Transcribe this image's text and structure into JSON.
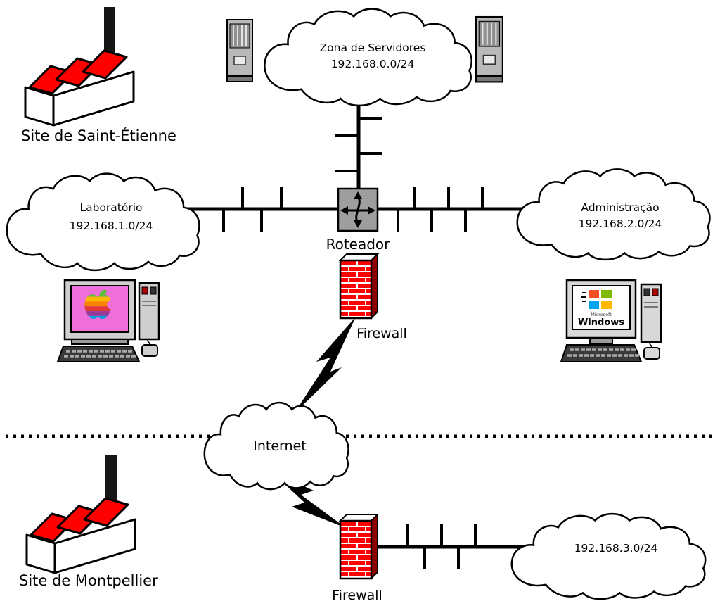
{
  "diagram": {
    "sites": {
      "saint_etienne": "Site de Saint-Étienne",
      "montpellier": "Site de Montpellier"
    },
    "networks": {
      "server_zone": {
        "name": "Zona de Servidores",
        "subnet": "192.168.0.0/24"
      },
      "laboratorio": {
        "name": "Laboratório",
        "subnet": "192.168.1.0/24"
      },
      "administracao": {
        "name": "Administração",
        "subnet": "192.168.2.0/24"
      },
      "internet": {
        "name": "Internet"
      },
      "montpellier_lan": {
        "subnet": "192.168.3.0/24"
      }
    },
    "devices": {
      "router": "Roteador",
      "firewall_top": "Firewall",
      "firewall_bottom": "Firewall"
    },
    "workstations": {
      "windows_brand_small": "Microsoft",
      "windows_brand": "Windows"
    },
    "colors": {
      "accent_red": "#ff0000",
      "router_gray": "#9e9e9e",
      "line_black": "#000000",
      "cloud_white": "#ffffff",
      "mac_screen_pink": "#ee6fd9"
    }
  }
}
